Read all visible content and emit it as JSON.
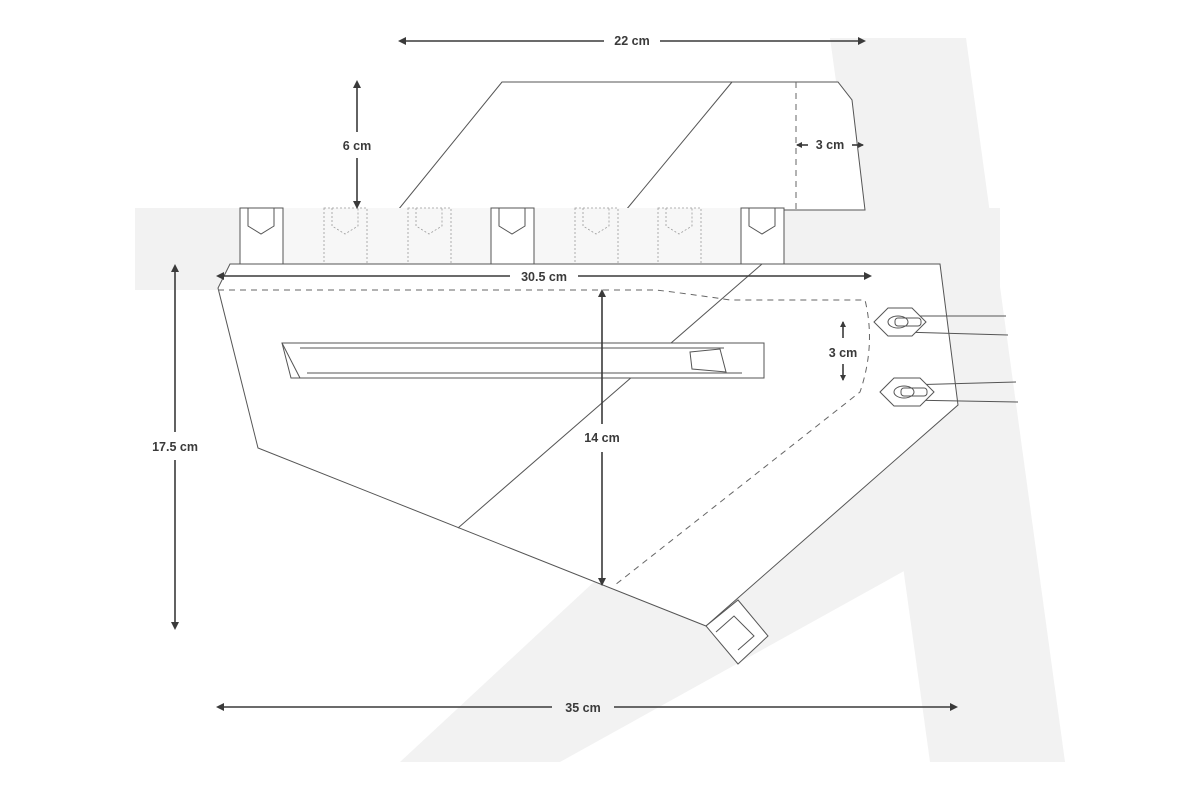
{
  "dimensions": {
    "top_length": "22 cm",
    "top_height": "6 cm",
    "top_end": "3 cm",
    "main_length": "30.5 cm",
    "main_height": "17.5 cm",
    "inner_height": "14 cm",
    "inner_end": "3 cm",
    "bottom_length": "35 cm"
  }
}
